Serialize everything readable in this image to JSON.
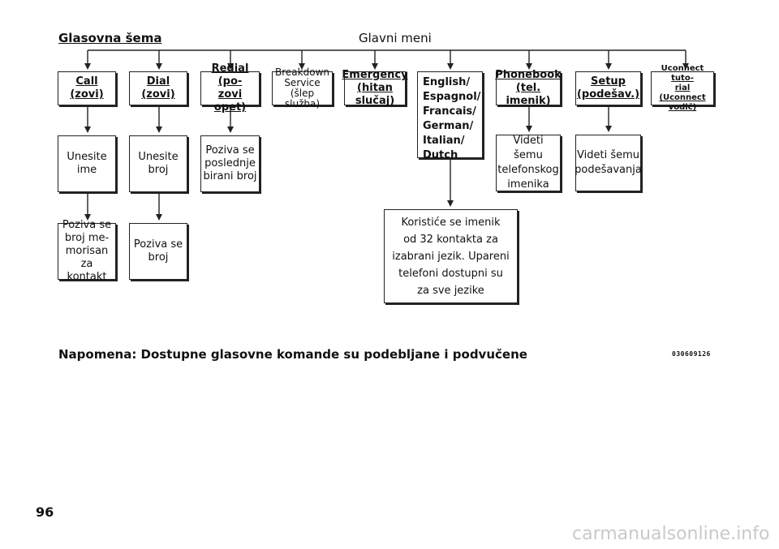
{
  "header": {
    "heading": "Glasovna šema",
    "title": "Glavni meni"
  },
  "top_boxes": [
    {
      "key": "call",
      "label": "Call (zovi)"
    },
    {
      "key": "dial",
      "label": "Dial (zovi)"
    },
    {
      "key": "redial",
      "label": "Redial (po-\nzovi opet)"
    },
    {
      "key": "breakdown",
      "label": "Breakdown\nService\n(šlep služba)"
    },
    {
      "key": "emergency",
      "label": "Emergency\n(hitan slučaj)"
    },
    {
      "key": "language",
      "label": "English/\nEspagnol/\nFrancais/\nGerman/\nItalian/\nDutch"
    },
    {
      "key": "phonebook",
      "label": "Phonebook\n(tel. imenik)"
    },
    {
      "key": "setup",
      "label": "Setup\n(podešav.)"
    },
    {
      "key": "uconnect",
      "label": "Uconnect tuto-\nrial (Uconnect\nvodič)"
    }
  ],
  "sub_boxes": {
    "call_name": "Unesite\nime",
    "call_memorized": "Poziva se\nbroj me-\nmorisan za\nkontakt",
    "dial_number": "Unesite\nbroj",
    "dial_calls": "Poziva se\nbroj",
    "redial_last": "Poziva se\nposlednje\nbirani broj",
    "phonebook_schema": "Videti šemu\ntelefonskog\nimenika",
    "setup_schema": "Videti šemu\npodešavanja",
    "language_info": "Koristiće se imenik\nod 32 kontakta za\nizabrani jezik. Upareni\ntelefoni dostupni su\nza sve jezike"
  },
  "footer": {
    "note": "Napomena: Dostupne glasovne komande su podebljane i podvučene",
    "code": "030609126",
    "page_number": "96",
    "watermark": "carmanualsonline.info"
  }
}
